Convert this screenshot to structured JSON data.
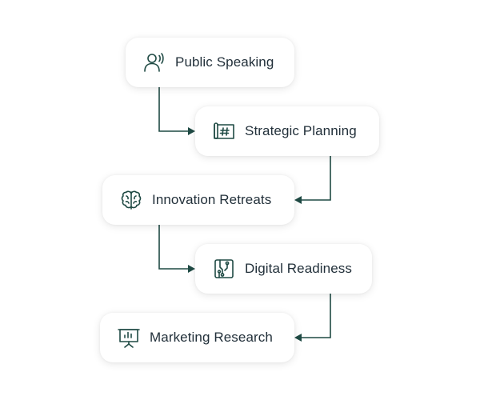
{
  "diagram": {
    "colors": {
      "stroke": "#1f4a44",
      "text": "#22303a",
      "card_bg": "#ffffff"
    },
    "nodes": [
      {
        "label": "Public Speaking",
        "icon": "speaker-person-icon"
      },
      {
        "label": "Strategic Planning",
        "icon": "blueprint-hash-icon"
      },
      {
        "label": "Innovation Retreats",
        "icon": "brain-icon"
      },
      {
        "label": "Digital Readiness",
        "icon": "circuit-board-icon"
      },
      {
        "label": "Marketing Research",
        "icon": "presentation-chart-icon"
      }
    ],
    "connections": [
      {
        "from": "Public Speaking",
        "to": "Strategic Planning"
      },
      {
        "from": "Strategic Planning",
        "to": "Innovation Retreats"
      },
      {
        "from": "Innovation Retreats",
        "to": "Digital Readiness"
      },
      {
        "from": "Digital Readiness",
        "to": "Marketing Research"
      }
    ]
  }
}
